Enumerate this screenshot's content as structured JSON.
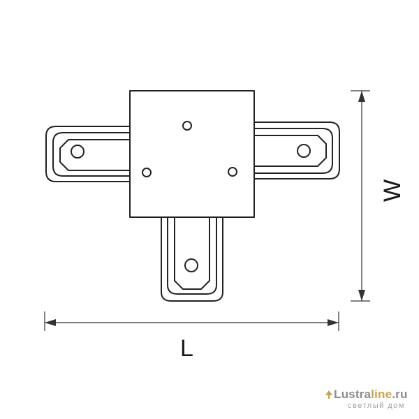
{
  "dimensions": {
    "length_label": "L",
    "width_label": "W"
  },
  "watermark": {
    "brand_part1": "Lustra",
    "brand_part2": "line",
    "brand_part3": ".ru",
    "tagline": "светлый дом"
  },
  "colors": {
    "line": "#222222",
    "dimension_line": "#333333",
    "brand_gray": "#8c8c8c",
    "brand_gold": "#c9a24a"
  }
}
